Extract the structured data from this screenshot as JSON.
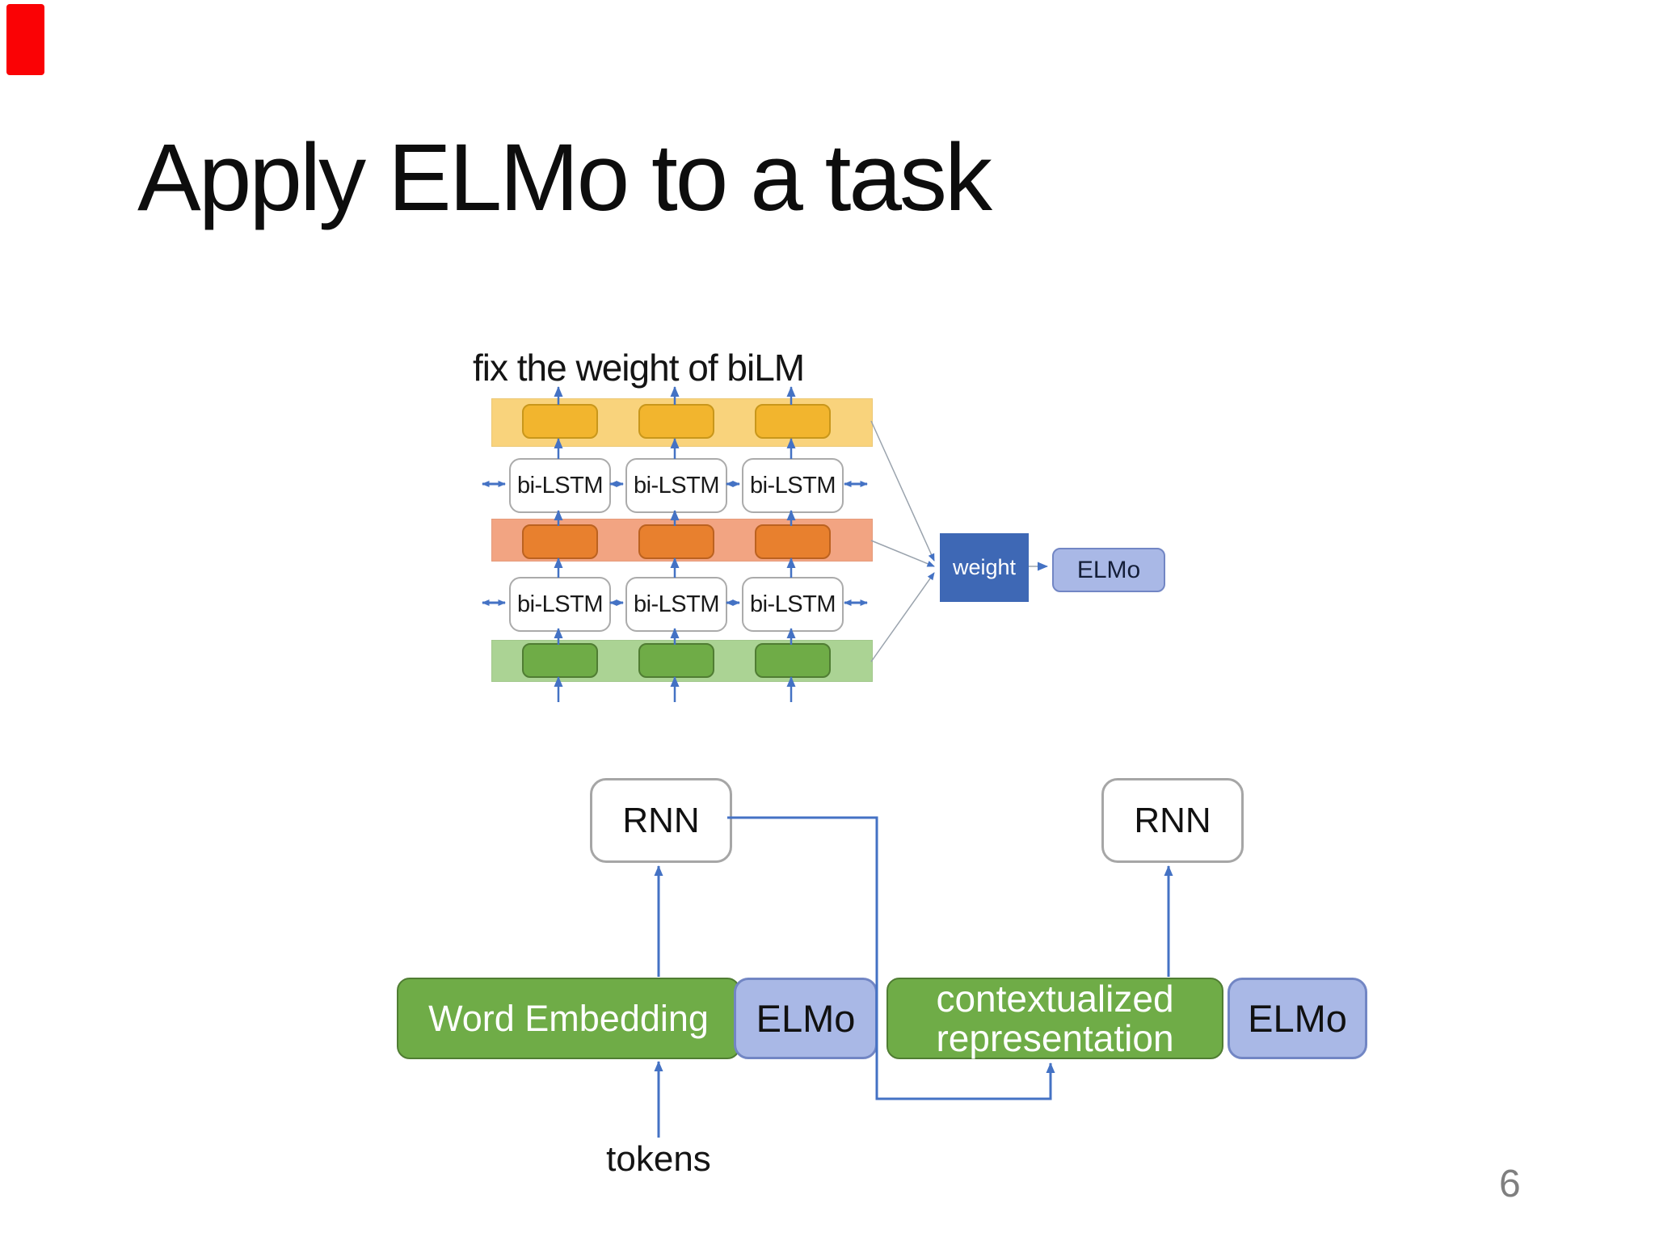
{
  "slide": {
    "title": "Apply ELMo to a task",
    "caption": "fix the weight of biLM",
    "page_number": "6"
  },
  "bilm": {
    "bi_lstm_boxes": [
      "bi-LSTM",
      "bi-LSTM",
      "bi-LSTM",
      "bi-LSTM",
      "bi-LSTM",
      "bi-LSTM"
    ],
    "weight_label": "weight",
    "elmo_label": "ELMo"
  },
  "task": {
    "rnn_left": "RNN",
    "rnn_right": "RNN",
    "word_embedding": "Word Embedding",
    "elmo_left": "ELMo",
    "contextualized_line1": "contextualized",
    "contextualized_line2": "representation",
    "elmo_right": "ELMo",
    "tokens": "tokens"
  },
  "colors": {
    "accent-blue": "#4472C4",
    "weight-fill": "#3E68B5",
    "elmo-fill": "#A9B8E6",
    "elmo-border": "#7286C4",
    "band-yellow": "#F9D37C",
    "box-yellow": "#F2B52E",
    "box-yellow-border": "#C9971B",
    "band-orange": "#F2A482",
    "box-orange": "#E8802E",
    "box-orange-border": "#BC6220",
    "band-green": "#ABD394",
    "box-green": "#6FAC47",
    "box-green-border": "#507D33",
    "gray-line": "#9AA3AD",
    "page-number-gray": "#7F7F7F",
    "marker-red": "#FA0205"
  }
}
